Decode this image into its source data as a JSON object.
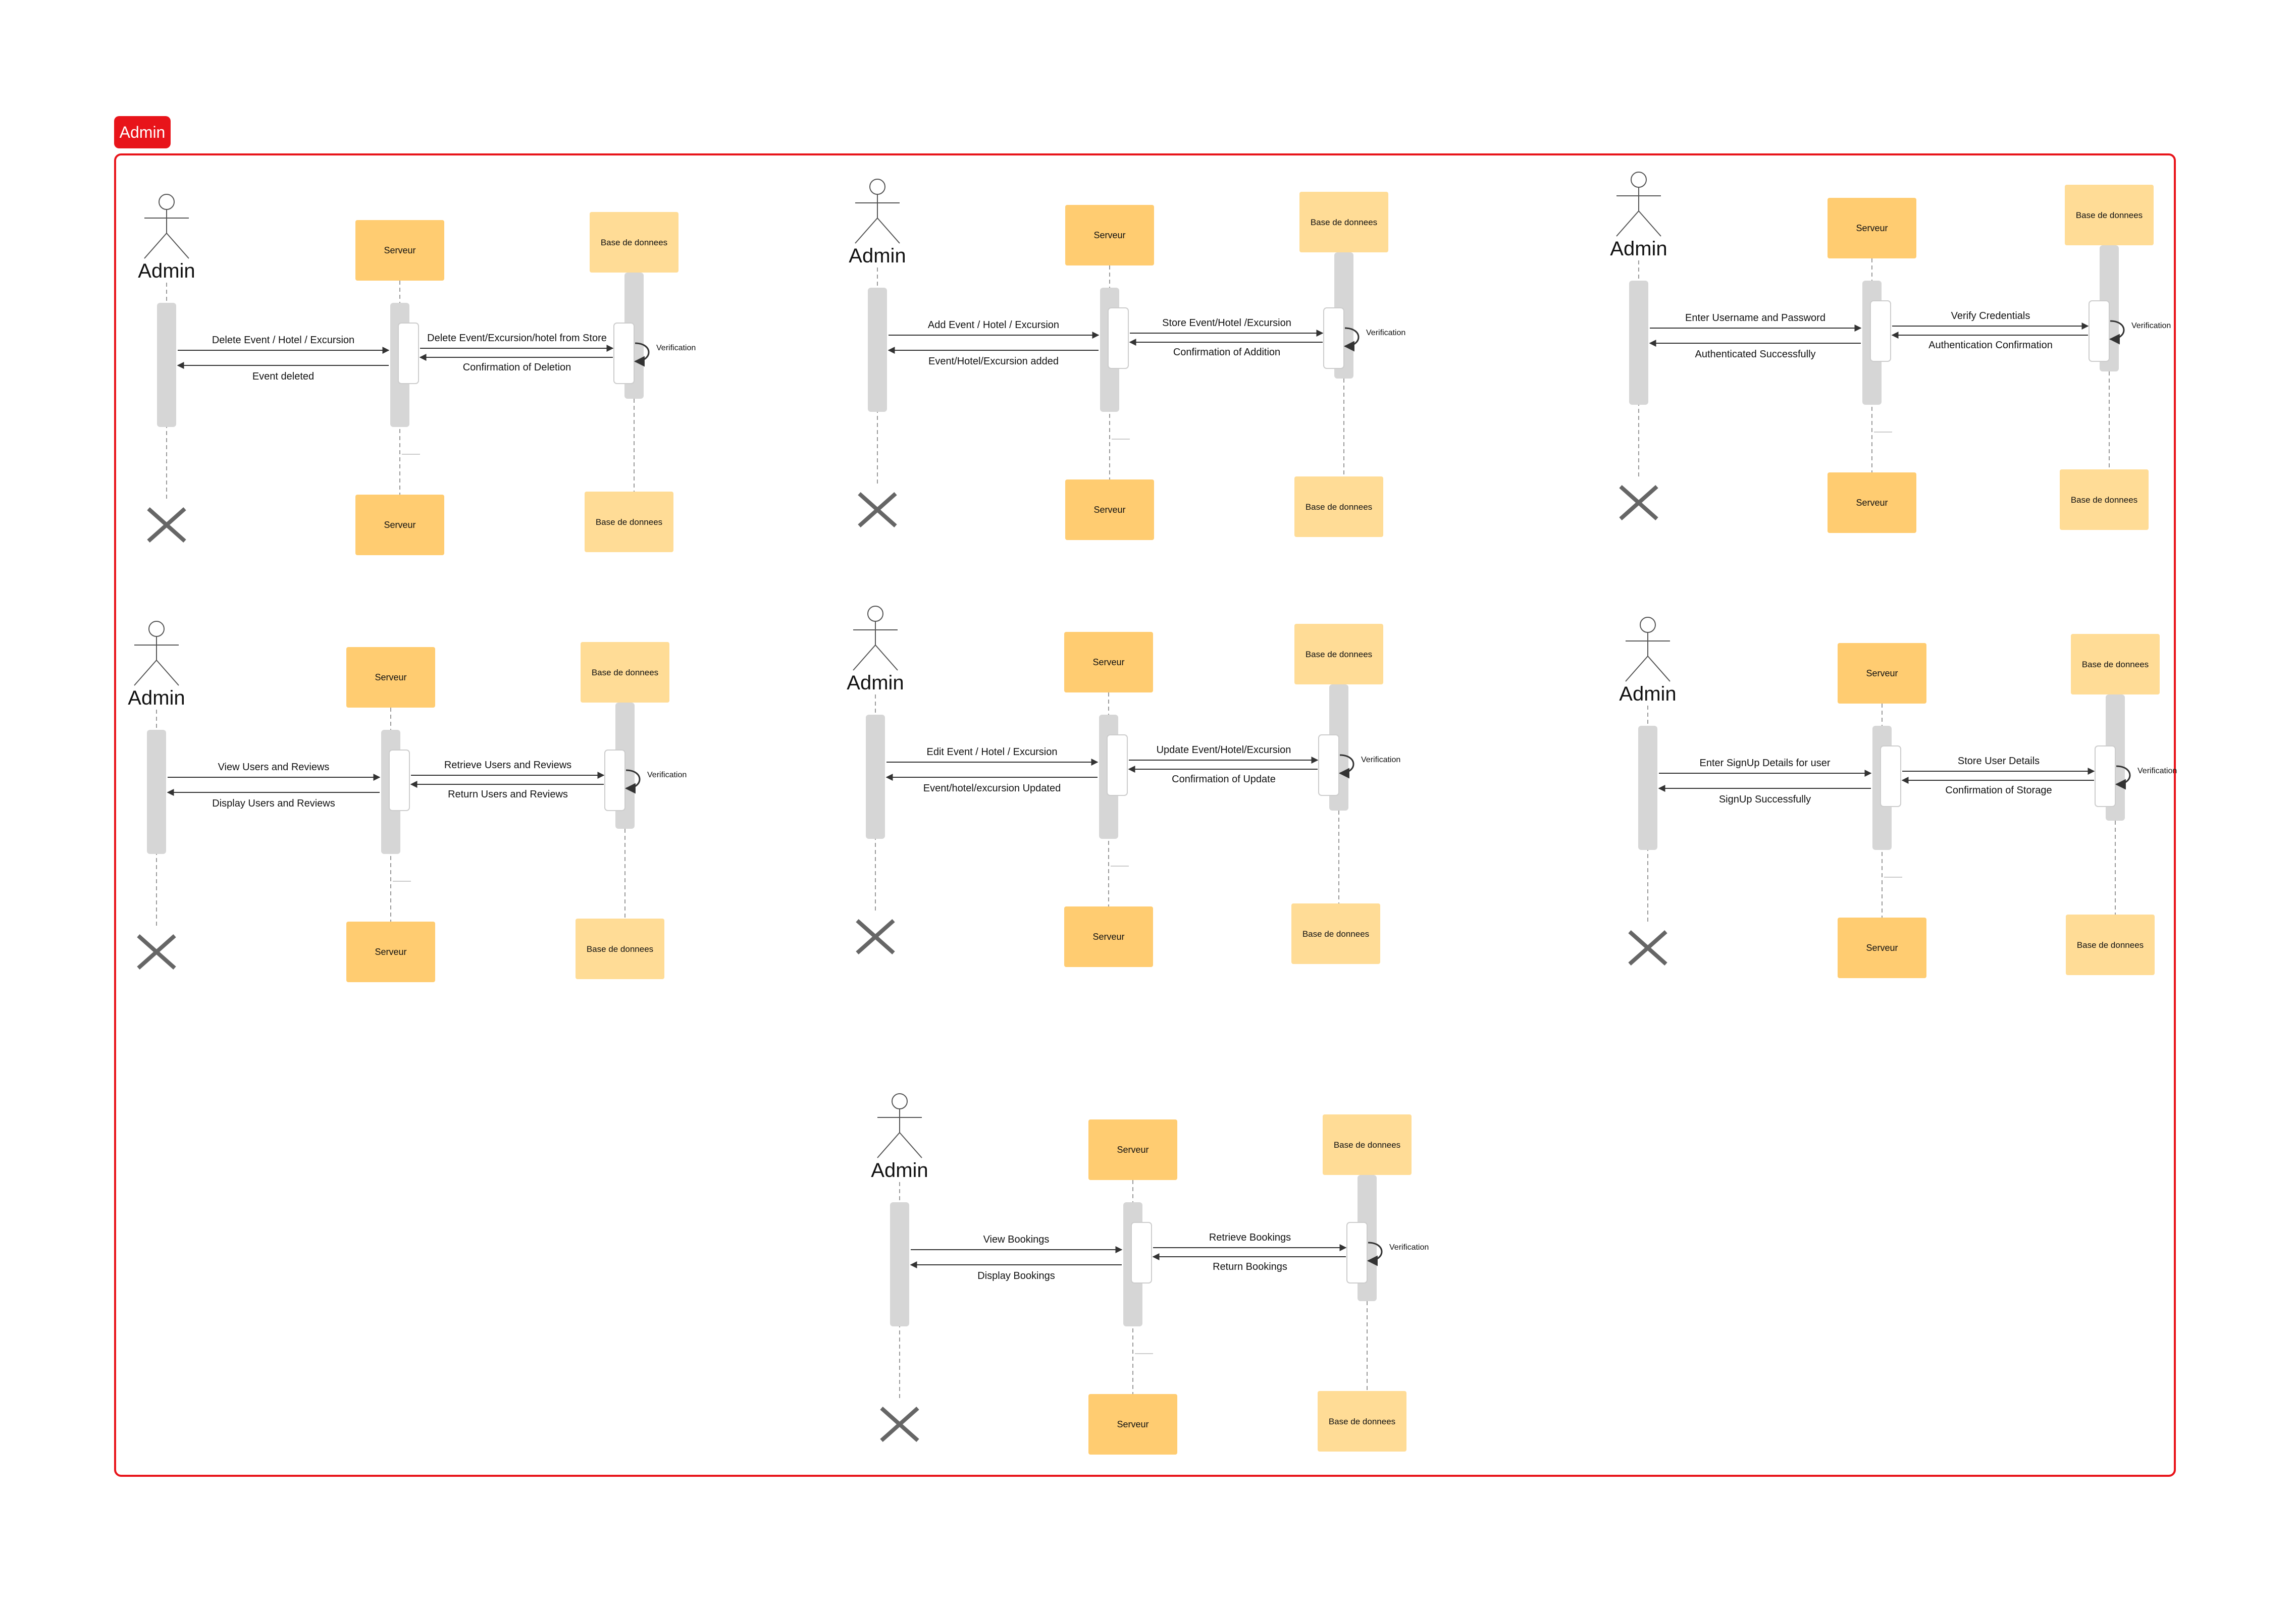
{
  "frame": {
    "label": "Admin",
    "color": "#e8141a"
  },
  "colors": {
    "server_box": "#ffcc71",
    "database_box": "#ffdc96",
    "lifeline_bar": "#d6d6d6",
    "arrow": "#333333",
    "destroy_mark": "#666666"
  },
  "diagrams": [
    {
      "actor": "Admin",
      "server": "Serveur",
      "database": "Base de donnees",
      "messages": [
        {
          "from": "actor",
          "to": "server",
          "label": "Delete Event / Hotel / Excursion"
        },
        {
          "from": "server",
          "to": "database",
          "label": "Delete Event/Excursion/hotel from Store"
        },
        {
          "from": "database",
          "to": "server",
          "label": "Confirmation of Deletion"
        },
        {
          "from": "server",
          "to": "actor",
          "label": "Event deleted"
        }
      ],
      "self_message": "Verification"
    },
    {
      "actor": "Admin",
      "server": "Serveur",
      "database": "Base de donnees",
      "messages": [
        {
          "from": "actor",
          "to": "server",
          "label": "Add Event / Hotel / Excursion"
        },
        {
          "from": "server",
          "to": "database",
          "label": "Store Event/Hotel /Excursion"
        },
        {
          "from": "database",
          "to": "server",
          "label": "Confirmation of Addition"
        },
        {
          "from": "server",
          "to": "actor",
          "label": "Event/Hotel/Excursion added"
        }
      ],
      "self_message": "Verification"
    },
    {
      "actor": "Admin",
      "server": "Serveur",
      "database": "Base de donnees",
      "messages": [
        {
          "from": "actor",
          "to": "server",
          "label": "Enter Username and Password"
        },
        {
          "from": "server",
          "to": "database",
          "label": "Verify Credentials"
        },
        {
          "from": "database",
          "to": "server",
          "label": "Authentication Confirmation"
        },
        {
          "from": "server",
          "to": "actor",
          "label": "Authenticated Successfully"
        }
      ],
      "self_message": "Verification"
    },
    {
      "actor": "Admin",
      "server": "Serveur",
      "database": "Base de donnees",
      "messages": [
        {
          "from": "actor",
          "to": "server",
          "label": "View Users and Reviews"
        },
        {
          "from": "server",
          "to": "database",
          "label": "Retrieve Users and Reviews"
        },
        {
          "from": "database",
          "to": "server",
          "label": "Return Users and Reviews"
        },
        {
          "from": "server",
          "to": "actor",
          "label": "Display Users and Reviews"
        }
      ],
      "self_message": "Verification"
    },
    {
      "actor": "Admin",
      "server": "Serveur",
      "database": "Base de donnees",
      "messages": [
        {
          "from": "actor",
          "to": "server",
          "label": "Edit Event / Hotel / Excursion"
        },
        {
          "from": "server",
          "to": "database",
          "label": "Update Event/Hotel/Excursion"
        },
        {
          "from": "database",
          "to": "server",
          "label": "Confirmation of Update"
        },
        {
          "from": "server",
          "to": "actor",
          "label": "Event/hotel/excursion Updated"
        }
      ],
      "self_message": "Verification"
    },
    {
      "actor": "Admin",
      "server": "Serveur",
      "database": "Base de donnees",
      "messages": [
        {
          "from": "actor",
          "to": "server",
          "label": "Enter SignUp Details for user"
        },
        {
          "from": "server",
          "to": "database",
          "label": "Store User Details"
        },
        {
          "from": "database",
          "to": "server",
          "label": "Confirmation of Storage"
        },
        {
          "from": "server",
          "to": "actor",
          "label": "SignUp Successfully"
        }
      ],
      "self_message": "Verification"
    },
    {
      "actor": "Admin",
      "server": "Serveur",
      "database": "Base de donnees",
      "messages": [
        {
          "from": "actor",
          "to": "server",
          "label": "View Bookings"
        },
        {
          "from": "server",
          "to": "database",
          "label": "Retrieve Bookings"
        },
        {
          "from": "database",
          "to": "server",
          "label": "Return Bookings"
        },
        {
          "from": "server",
          "to": "actor",
          "label": "Display Bookings"
        }
      ],
      "self_message": "Verification"
    }
  ]
}
